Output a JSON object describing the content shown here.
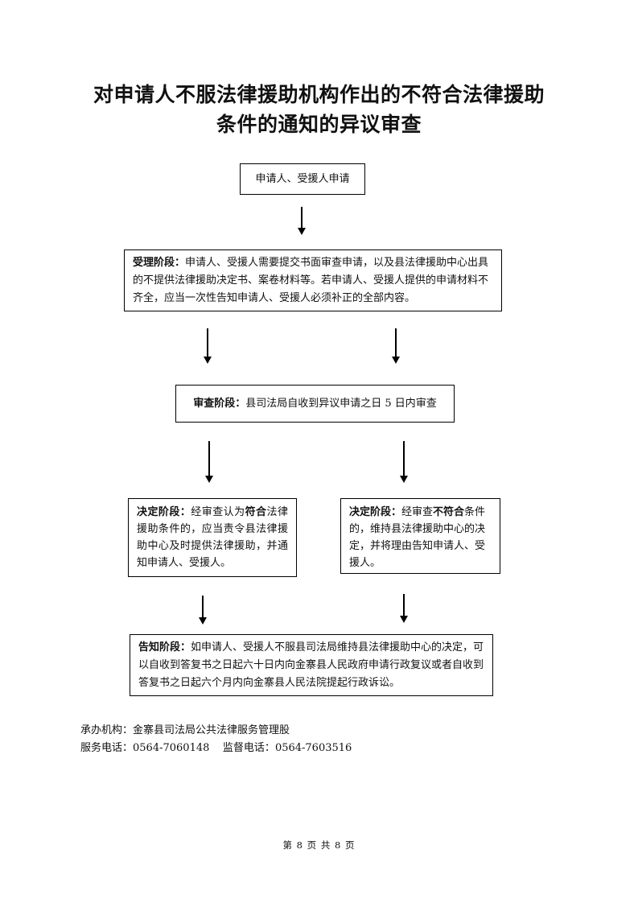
{
  "title": {
    "line1": "对申请人不服法律援助机构作出的不符合法律援助",
    "line2": "条件的通知的异议审查"
  },
  "flow": {
    "apply": {
      "text": "申请人、受援人申请"
    },
    "accept": {
      "label": "受理阶段：",
      "text": "申请人、受援人需要提交书面审查申请，以及县法律援助中心出具的不提供法律援助决定书、案卷材料等。若申请人、受援人提供的申请材料不齐全，应当一次性告知申请人、受援人必须补正的全部内容。"
    },
    "review": {
      "label": "审查阶段：",
      "text": "县司法局自收到异议申请之日 5 日内审查"
    },
    "decision_yes": {
      "label": "决定阶段：",
      "pre": "经审查认为",
      "emph": "符合",
      "post": "法律援助条件的，应当责令县法律援助中心及时提供法律援助，并通知申请人、受援人。"
    },
    "decision_no": {
      "label": "决定阶段：",
      "pre": "经审查",
      "emph": "不符合",
      "post": "条件的，维持县法律援助中心的决定，并将理由告知申请人、受援人。"
    },
    "notify": {
      "label": "告知阶段：",
      "text": "如申请人、受援人不服县司法局维持县法律援助中心的决定，可以自收到答复书之日起六十日内向金寨县人民政府申请行政复议或者自收到答复书之日起六个月内向金寨县人民法院提起行政诉讼。"
    }
  },
  "footer": {
    "org_label": "承办机构：",
    "org": "金寨县司法局公共法律服务管理股",
    "service_label": "服务电话：",
    "service_phone": "0564-7060148",
    "supervise_label": "监督电话：",
    "supervise_phone": "0564-7603516"
  },
  "page": {
    "text": "第 8 页 共 8 页"
  }
}
